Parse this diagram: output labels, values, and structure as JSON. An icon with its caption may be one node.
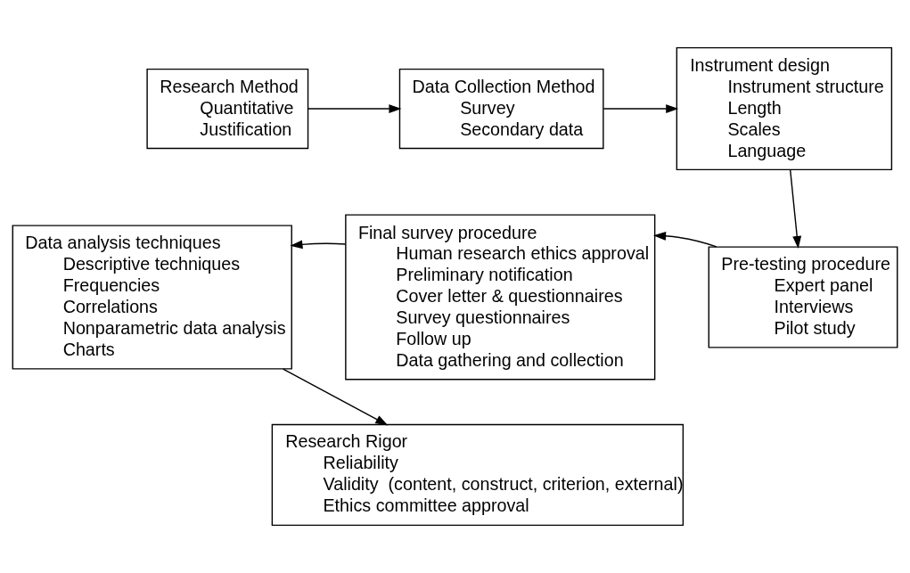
{
  "diagram": {
    "nodes": [
      {
        "text": [
          "Research Method",
          "Quantitative",
          "Justification"
        ]
      },
      {
        "text": [
          "Data Collection Method",
          "Survey",
          "Secondary data"
        ]
      },
      {
        "text": [
          "Instrument design",
          "Instrument structure",
          "Length",
          "Scales",
          "Language"
        ]
      },
      {
        "text": [
          "Data analysis techniques",
          "Descriptive techniques",
          "Frequencies",
          "Correlations",
          "Nonparametric data analysis",
          "Charts"
        ]
      },
      {
        "text": [
          "Final survey procedure",
          "Human research ethics approval",
          "Preliminary notification",
          "Cover letter & questionnaires",
          "Survey questionnaires",
          "Follow up",
          "Data gathering and collection"
        ]
      },
      {
        "text": [
          "Pre-testing procedure",
          "Expert panel",
          "Interviews",
          "Pilot study"
        ]
      },
      {
        "text": [
          "Research Rigor",
          "Reliability",
          "Validity  (content, construct, criterion, external)",
          "Ethics committee approval"
        ]
      }
    ],
    "edges": [
      {
        "from": 0,
        "to": 1,
        "arrow": "to"
      },
      {
        "from": 1,
        "to": 2,
        "arrow": "to"
      },
      {
        "from": 2,
        "to": 5,
        "arrow": "to"
      },
      {
        "from": 5,
        "to": 4,
        "arrow": "to"
      },
      {
        "from": 4,
        "to": 3,
        "arrow": "to"
      },
      {
        "from": 3,
        "to": 6,
        "arrow": "to"
      }
    ]
  }
}
